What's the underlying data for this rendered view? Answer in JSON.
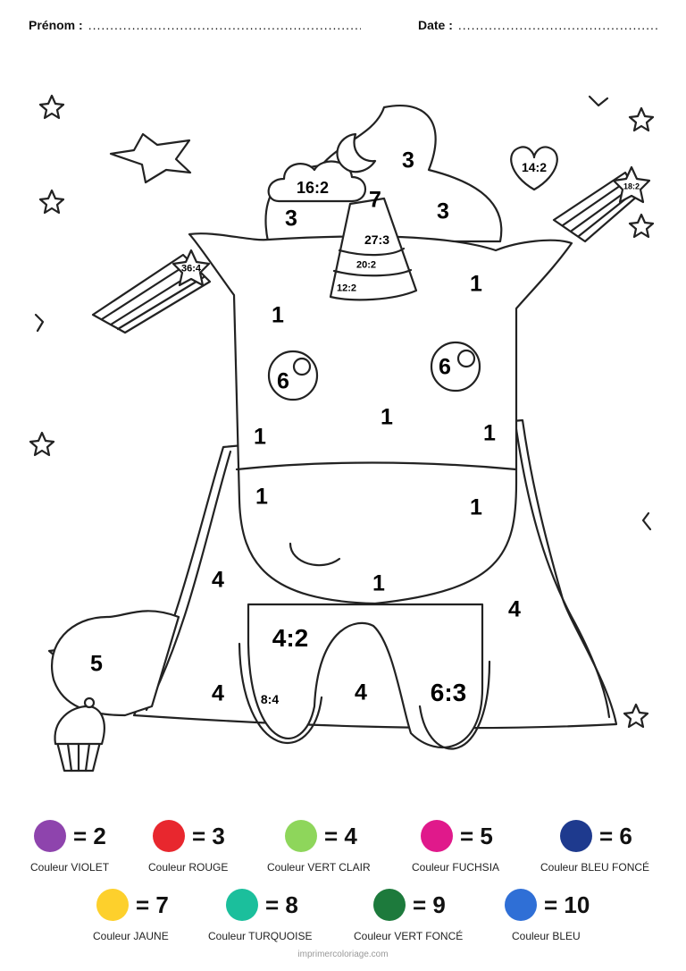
{
  "header": {
    "prenom_label": "Prénom :",
    "prenom_dots": "........................................................................................",
    "date_label": "Date :",
    "date_dots": "............................................................................"
  },
  "illustration": {
    "cloud": "16:2",
    "heart": "14:2",
    "star_left": "36:4",
    "star_right": "18:2",
    "horn_top": "7",
    "horn_1": "27:3",
    "horn_2": "20:2",
    "horn_3": "12:2",
    "mane_1": "3",
    "mane_2": "3",
    "mane_3": "3",
    "face_1": "1",
    "face_2": "1",
    "face_3": "1",
    "face_4": "1",
    "face_5": "1",
    "face_6": "1",
    "face_7": "1",
    "face_8": "1",
    "eye_left": "6",
    "eye_right": "6",
    "body_1": "4",
    "body_2": "4",
    "body_3": "4",
    "body_4": "4",
    "belly": "4:2",
    "leg_left": "8:4",
    "leg_right": "6:3",
    "tail": "5"
  },
  "legend": [
    {
      "value": "= 2",
      "name": "Couleur VIOLET",
      "color": "#8e44ad"
    },
    {
      "value": "= 3",
      "name": "Couleur ROUGE",
      "color": "#e8272e"
    },
    {
      "value": "= 4",
      "name": "Couleur VERT CLAIR",
      "color": "#8ed65b"
    },
    {
      "value": "= 5",
      "name": "Couleur FUCHSIA",
      "color": "#e0198b"
    },
    {
      "value": "= 6",
      "name": "Couleur BLEU FONCÉ",
      "color": "#1e3a8e"
    },
    {
      "value": "= 7",
      "name": "Couleur JAUNE",
      "color": "#fdd02c"
    },
    {
      "value": "= 8",
      "name": "Couleur TURQUOISE",
      "color": "#1bbf9c"
    },
    {
      "value": "= 9",
      "name": "Couleur VERT FONCÉ",
      "color": "#1d7a3c"
    },
    {
      "value": "= 10",
      "name": "Couleur BLEU",
      "color": "#2f6fd6"
    }
  ],
  "footer": "imprimercoloriage.com"
}
